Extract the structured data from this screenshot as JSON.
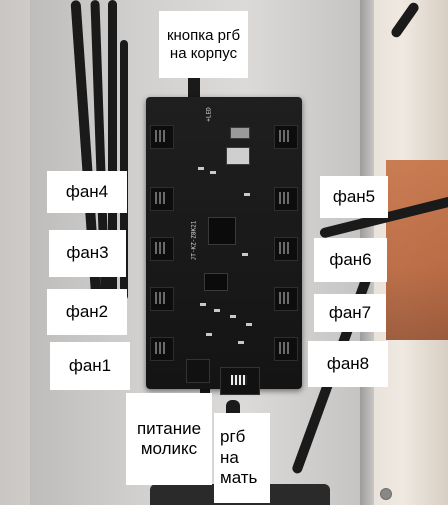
{
  "labels": {
    "rgb_button": [
      "кнопка ргб",
      "на корпус"
    ],
    "fan4": "фан4",
    "fan3": "фан3",
    "fan2": "фан2",
    "fan1": "фан1",
    "fan5": "фан5",
    "fan6": "фан6",
    "fan7": "фан7",
    "fan8": "фан8",
    "molex_power": [
      "питание",
      "моликс"
    ],
    "rgb_mobo": [
      "ргб",
      "на",
      "мать"
    ]
  },
  "board_silkscreen": {
    "led": "+LED",
    "model": "JT-KZ-Z8K21"
  },
  "colors": {
    "label_bg": "#ffffff",
    "label_text": "#000000",
    "pcb": "#1a1a1a",
    "cable": "#1a1a1a"
  }
}
